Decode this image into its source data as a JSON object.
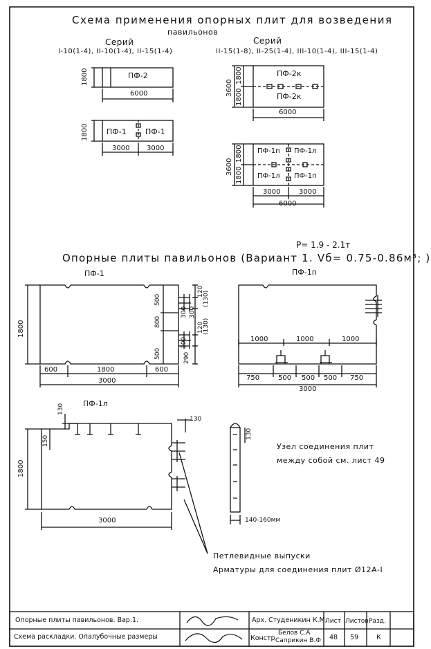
{
  "sheet": {
    "title_line1": "Схема применения опорных плит для возведения",
    "title_line2": "павильонов",
    "series_left_heading": "Серий",
    "series_left_list": "I-10(1-4), II-10(1-4), II-15(1-4)",
    "series_right_heading": "Серий",
    "series_right_list": "II-15(1-8), II-25(1-4), III-10(1-4), III-15(1-4)"
  },
  "schemes": {
    "pf2": {
      "label": "ПФ-2",
      "height": "1800",
      "width": "6000"
    },
    "pf1pair": {
      "left": "ПФ-1",
      "right": "ПФ-1",
      "height": "1800",
      "w1": "3000",
      "w2": "3000"
    },
    "pf2k": {
      "top": "ПФ-2к",
      "bottom": "ПФ-2к",
      "total": "3600",
      "h1": "1800",
      "h2": "1800",
      "width": "6000"
    },
    "pf1quad": {
      "tl": "ПФ-1п",
      "tr": "ПФ-1л",
      "bl": "ПФ-1л",
      "br": "ПФ-1п",
      "total": "3600",
      "h1": "1800",
      "h2": "1800",
      "w1": "3000",
      "w2": "3000",
      "width": "6000"
    }
  },
  "section2": {
    "heading": "Опорные плиты павильонов (Вариант 1. Vб= 0.75-0.86м³; )",
    "weight": "P= 1.9 - 2.1т"
  },
  "pf1": {
    "label": "ПФ-1",
    "height": "1800",
    "bottom_left": "600",
    "bottom_mid": "1800",
    "bottom_right": "600",
    "bottom_total": "3000",
    "r_500a": "500",
    "r_800": "800",
    "r_500b": "500",
    "loop_300a": "300",
    "loop_300b": "300",
    "loop_300c": "300",
    "r_120": "120",
    "r_130a": "(130)",
    "r_120b": "120",
    "r_130b": "(130)",
    "r_290": "290"
  },
  "pf1p": {
    "label": "ПФ-1п",
    "top1": "1000",
    "top2": "1000",
    "top3": "1000",
    "b1": "750",
    "b2": "500",
    "b3": "500",
    "b4": "500",
    "b5": "750",
    "total": "3000"
  },
  "pf1l": {
    "label": "ПФ-1л",
    "height": "1800",
    "width": "3000",
    "d150": "150",
    "d130a": "130",
    "d130b": "130"
  },
  "side": {
    "d130": "130",
    "thickness": "140-160мм"
  },
  "notes": {
    "joint_line1": "Узел соединения плит",
    "joint_line2": "между собой  см. лист 49",
    "loops_line1": "Петлевидные выпуски",
    "loops_line2": "Арматуры для соединения плит  Ø12А-I"
  },
  "titleblock": {
    "row1_desc": "Опорные  плиты  павильонов.  Вар.1.",
    "row2_desc": "Схема раскладки. Опалубочные  размеры",
    "role1": "Арх.",
    "name1": "Студеникин К.М.",
    "role2": "Констр.",
    "name2a": "Белов С.А",
    "name2b": "Саприкин В.Ф",
    "h_sheet": "Лист",
    "h_sheets": "Листов",
    "h_section": "Разд.",
    "v_sheet": "48",
    "v_sheets": "59",
    "v_section": "К"
  }
}
